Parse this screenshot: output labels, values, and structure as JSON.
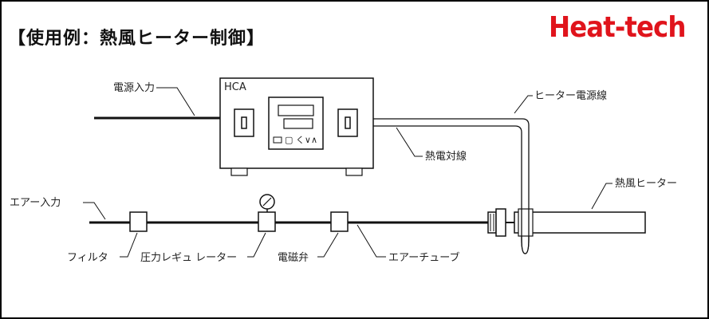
{
  "title": "【使用例：熱風ヒーター制御】",
  "brand": "Heat-tech",
  "controller": {
    "model": "HCA",
    "panel_symbols": "▢ く∨∧"
  },
  "labels": {
    "power_input": "電源入力",
    "heater_power_line": "ヒーター電源線",
    "thermocouple": "熱電対線",
    "air_input": "エアー入力",
    "hot_air_heater": "熱風ヒーター",
    "filter": "フィルタ",
    "pressure_regulator": "圧力レギュ レーター",
    "solenoid_valve": "電磁弁",
    "air_tube": "エアーチューブ"
  }
}
